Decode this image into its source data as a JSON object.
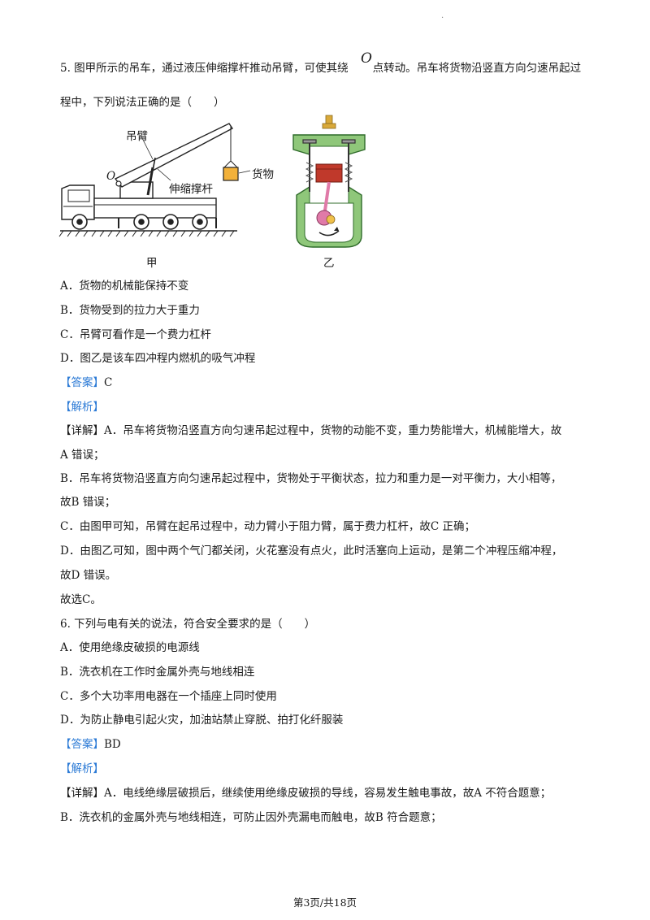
{
  "q5": {
    "stem_1": "5. 图甲所示的吊车，通过液压伸缩撑杆推动吊臂，可使其绕",
    "point_o": "O",
    "stem_1b": "点转动。吊车将货物沿竖直方向匀速吊起过",
    "stem_2": "程中，下列说法正确的是（　　）",
    "fig_jia": {
      "label_arm": "吊臂",
      "label_o": "O",
      "label_cargo": "货物",
      "label_rod": "伸缩撑杆",
      "caption": "甲"
    },
    "fig_yi": {
      "caption": "乙"
    },
    "options": [
      "A．货物的机械能保持不变",
      "B．货物受到的拉力大于重力",
      "C．吊臂可看作是一个费力杠杆",
      "D．图乙是该车四冲程内燃机的吸气冲程"
    ],
    "answer_tag": "【答案】",
    "answer": "C",
    "analysis_tag": "【解析】",
    "detail_tag": "【详解】",
    "detail_a1": "A．吊车将货物沿竖直方向匀速吊起过程中，货物的动能不变，重力势能增大，机械能增大，故",
    "detail_a2": "A 错误；",
    "detail_b1": "B．吊车将货物沿竖直方向匀速吊起过程中，货物处于平衡状态，拉力和重力是一对平衡力，大小相等，",
    "detail_b2": "故B 错误；",
    "detail_c": "C．由图甲可知，吊臂在起吊过程中，动力臂小于阻力臂，属于费力杠杆，故C 正确；",
    "detail_d1": "D．由图乙可知，图中两个气门都关闭，火花塞没有点火，此时活塞向上运动，是第二个冲程压缩冲程，",
    "detail_d2": "故D 错误。",
    "conclusion": "故选C。"
  },
  "q6": {
    "stem": "6. 下列与电有关的说法，符合安全要求的是（　　）",
    "options": [
      "A．使用绝缘皮破损的电源线",
      "B．洗衣机在工作时金属外壳与地线相连",
      "C．多个大功率用电器在一个插座上同时使用",
      "D．为防止静电引起火灾，加油站禁止穿脱、拍打化纤服装"
    ],
    "answer_tag": "【答案】",
    "answer": "BD",
    "analysis_tag": "【解析】",
    "detail_tag": "【详解】",
    "detail_a": "A．电线绝缘层破损后，继续使用绝缘皮破损的导线，容易发生触电事故，故A 不符合题意；",
    "detail_b": "B．洗衣机的金属外壳与地线相连，可防止因外壳漏电而触电，故B 符合题意；"
  },
  "footer": "第3页/共18页",
  "colors": {
    "tag_blue": "#2d7bd6",
    "engine_green": "#8fc77a",
    "piston_red": "#c0392b",
    "crank_pink": "#e07aa8"
  }
}
